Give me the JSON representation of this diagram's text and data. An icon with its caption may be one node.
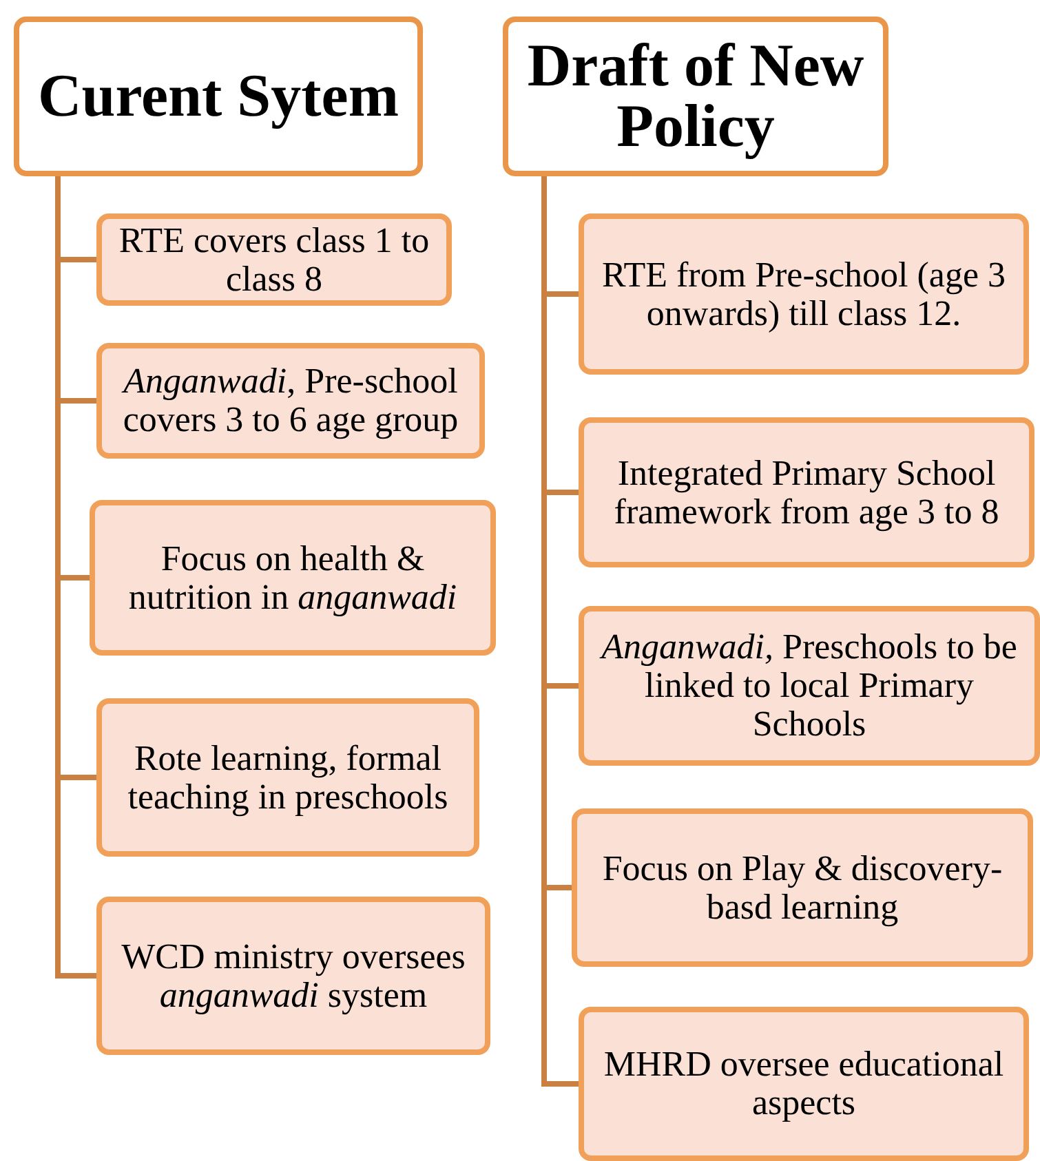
{
  "diagram": {
    "nodes": [
      {
        "text": [
          "Curent Sytem"
        ]
      },
      {
        "text": [
          "RTE covers class 1 to class 8"
        ]
      },
      {
        "text": [
          "*Anganwadi*, Pre-school covers 3 to 6 age group"
        ]
      },
      {
        "text": [
          "Focus on health & nutrition in *anganwadi*"
        ]
      },
      {
        "text": [
          "Rote learning, formal teaching in preschools"
        ]
      },
      {
        "text": [
          "WCD ministry oversees *anganwadi* system"
        ]
      },
      {
        "text": [
          "Draft of New Policy"
        ]
      },
      {
        "text": [
          "RTE from Pre-school (age 3 onwards) till class 12."
        ]
      },
      {
        "text": [
          "Integrated Primary School framework from age 3 to 8"
        ]
      },
      {
        "text": [
          "*Anganwadi,* Preschools to be linked to local Primary Schools"
        ]
      },
      {
        "text": [
          "Focus on Play & discovery-basd learning"
        ]
      },
      {
        "text": [
          "MHRD oversee educational aspects"
        ]
      }
    ],
    "edges": [
      {
        "from": 0,
        "to": 1,
        "arrow": "none"
      },
      {
        "from": 0,
        "to": 2,
        "arrow": "none"
      },
      {
        "from": 0,
        "to": 3,
        "arrow": "none"
      },
      {
        "from": 0,
        "to": 4,
        "arrow": "none"
      },
      {
        "from": 0,
        "to": 5,
        "arrow": "none"
      },
      {
        "from": 6,
        "to": 7,
        "arrow": "none"
      },
      {
        "from": 6,
        "to": 8,
        "arrow": "none"
      },
      {
        "from": 6,
        "to": 9,
        "arrow": "none"
      },
      {
        "from": 6,
        "to": 10,
        "arrow": "none"
      },
      {
        "from": 6,
        "to": 11,
        "arrow": "none"
      }
    ]
  }
}
